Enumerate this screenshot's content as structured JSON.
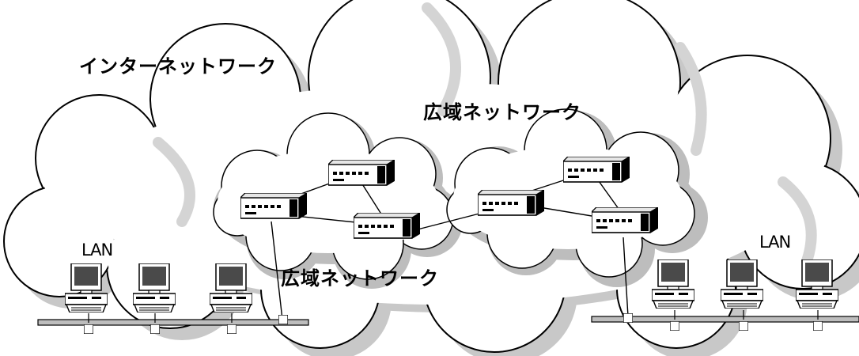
{
  "labels": {
    "internetwork": "インターネットワーク",
    "wan_top": "広域ネットワーク",
    "wan_bottom": "広域ネットワーク",
    "lan_left": "LAN",
    "lan_right": "LAN"
  },
  "colors": {
    "cloud_fill": "#ffffff",
    "cloud_stroke": "#000000",
    "shadow": "#c8c8c8",
    "line": "#000000",
    "cable": "#bdbdbd"
  },
  "icons": {
    "router": "router-icon",
    "computer": "computer-icon",
    "tap": "lan-tap-icon",
    "cloud": "cloud-icon"
  }
}
